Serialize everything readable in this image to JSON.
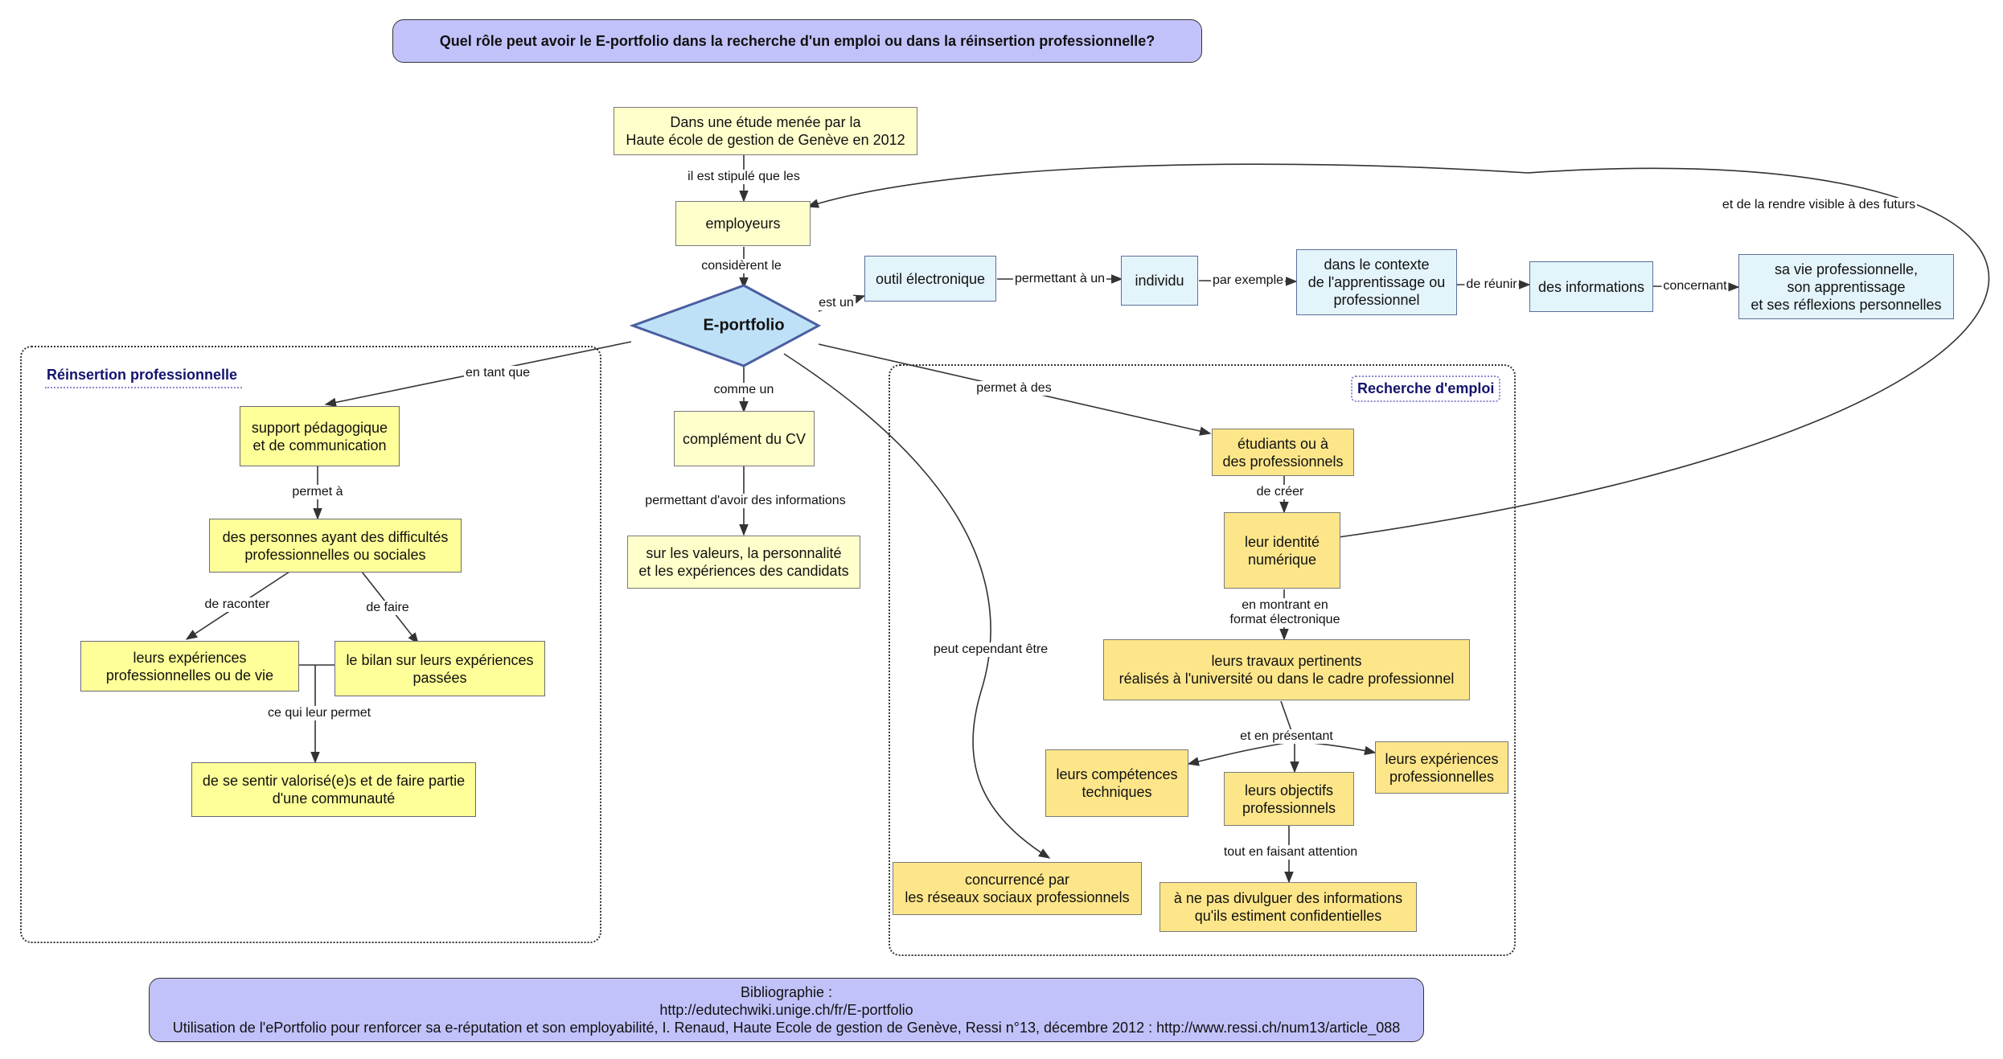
{
  "title": "Quel rôle peut avoir le E-portfolio dans la recherche d'un emploi ou dans la réinsertion professionnelle?",
  "nodes": {
    "etude": "Dans une étude menée par la\nHaute école de gestion de Genève en 2012",
    "employeurs": "employeurs",
    "eportfolio": "E-portfolio",
    "outil": "outil électronique",
    "individu": "individu",
    "contexte": "dans le contexte\nde l'apprentissage ou\nprofessionnel",
    "informations": "des informations",
    "vie": "sa vie professionnelle,\nson apprentissage\net ses réflexions personnelles",
    "support": "support pédagogique\net de communication",
    "personnes": "des personnes ayant des difficultés\nprofessionnelles ou sociales",
    "experiences_vie": "leurs expériences\nprofessionnelles ou de vie",
    "bilan": "le bilan sur leurs expériences\npassées",
    "valorise": "de se sentir valorisé(e)s et de faire partie\nd'une communauté",
    "complement": "complément du CV",
    "valeurs": "sur les valeurs, la personnalité\net les expériences des candidats",
    "etudiants": "étudiants ou à\ndes professionnels",
    "identite": "leur identité\nnumérique",
    "travaux": "leurs travaux pertinents\nréalisés à l'université ou dans le cadre professionnel",
    "competences": "leurs compétences\ntechniques",
    "objectifs": "leurs objectifs\nprofessionnels",
    "exp_pro": "leurs expériences\nprofessionnelles",
    "divulguer": "à ne pas divulguer des informations\nqu'ils estiment confidentielles",
    "concurrence": "concurrencé par\nles réseaux sociaux professionnels"
  },
  "edge_labels": {
    "stipule": "il est stipulé que les",
    "considerent": "considèrent le",
    "est_un": "est un",
    "permettant_a_un": "permettant à un",
    "par_exemple": "par exemple",
    "de_reunir": "de réunir",
    "concernant": "concernant",
    "rendre_visible": "et de la rendre visible à des futurs",
    "en_tant_que": "en tant que",
    "permet_a": "permet à",
    "de_raconter": "de raconter",
    "de_faire": "de faire",
    "ce_qui": "ce qui leur permet",
    "comme_un": "comme un",
    "permettant_avoir": "permettant d'avoir des informations",
    "permet_a_des": "permet à des",
    "de_creer": "de créer",
    "en_montrant": "en montrant en\nformat électronique",
    "et_en_presentant": "et en présentant",
    "attention": "tout en faisant attention",
    "peut_cependant": "peut cependant être"
  },
  "groups": {
    "reinsertion": "Réinsertion professionnelle",
    "recherche": "Recherche d'emploi"
  },
  "bibliography": {
    "title": "Bibliographie :",
    "link": "http://edutechwiki.unige.ch/fr/E-portfolio",
    "reference": "Utilisation de l'ePortfolio pour renforcer sa e-réputation et son employabilité, I. Renaud, Haute Ecole de gestion de Genève, Ressi n°13, décembre 2012 : http://www.ressi.ch/num13/article_088"
  },
  "colors": {
    "header": "#c2c2fb",
    "pale_yellow": "#ffffcc",
    "yellow": "#ffff99",
    "gold": "#fde68a",
    "light_blue": "#e3f4fb",
    "diamond": "#bfe1f7",
    "group_title": "#14146e"
  }
}
